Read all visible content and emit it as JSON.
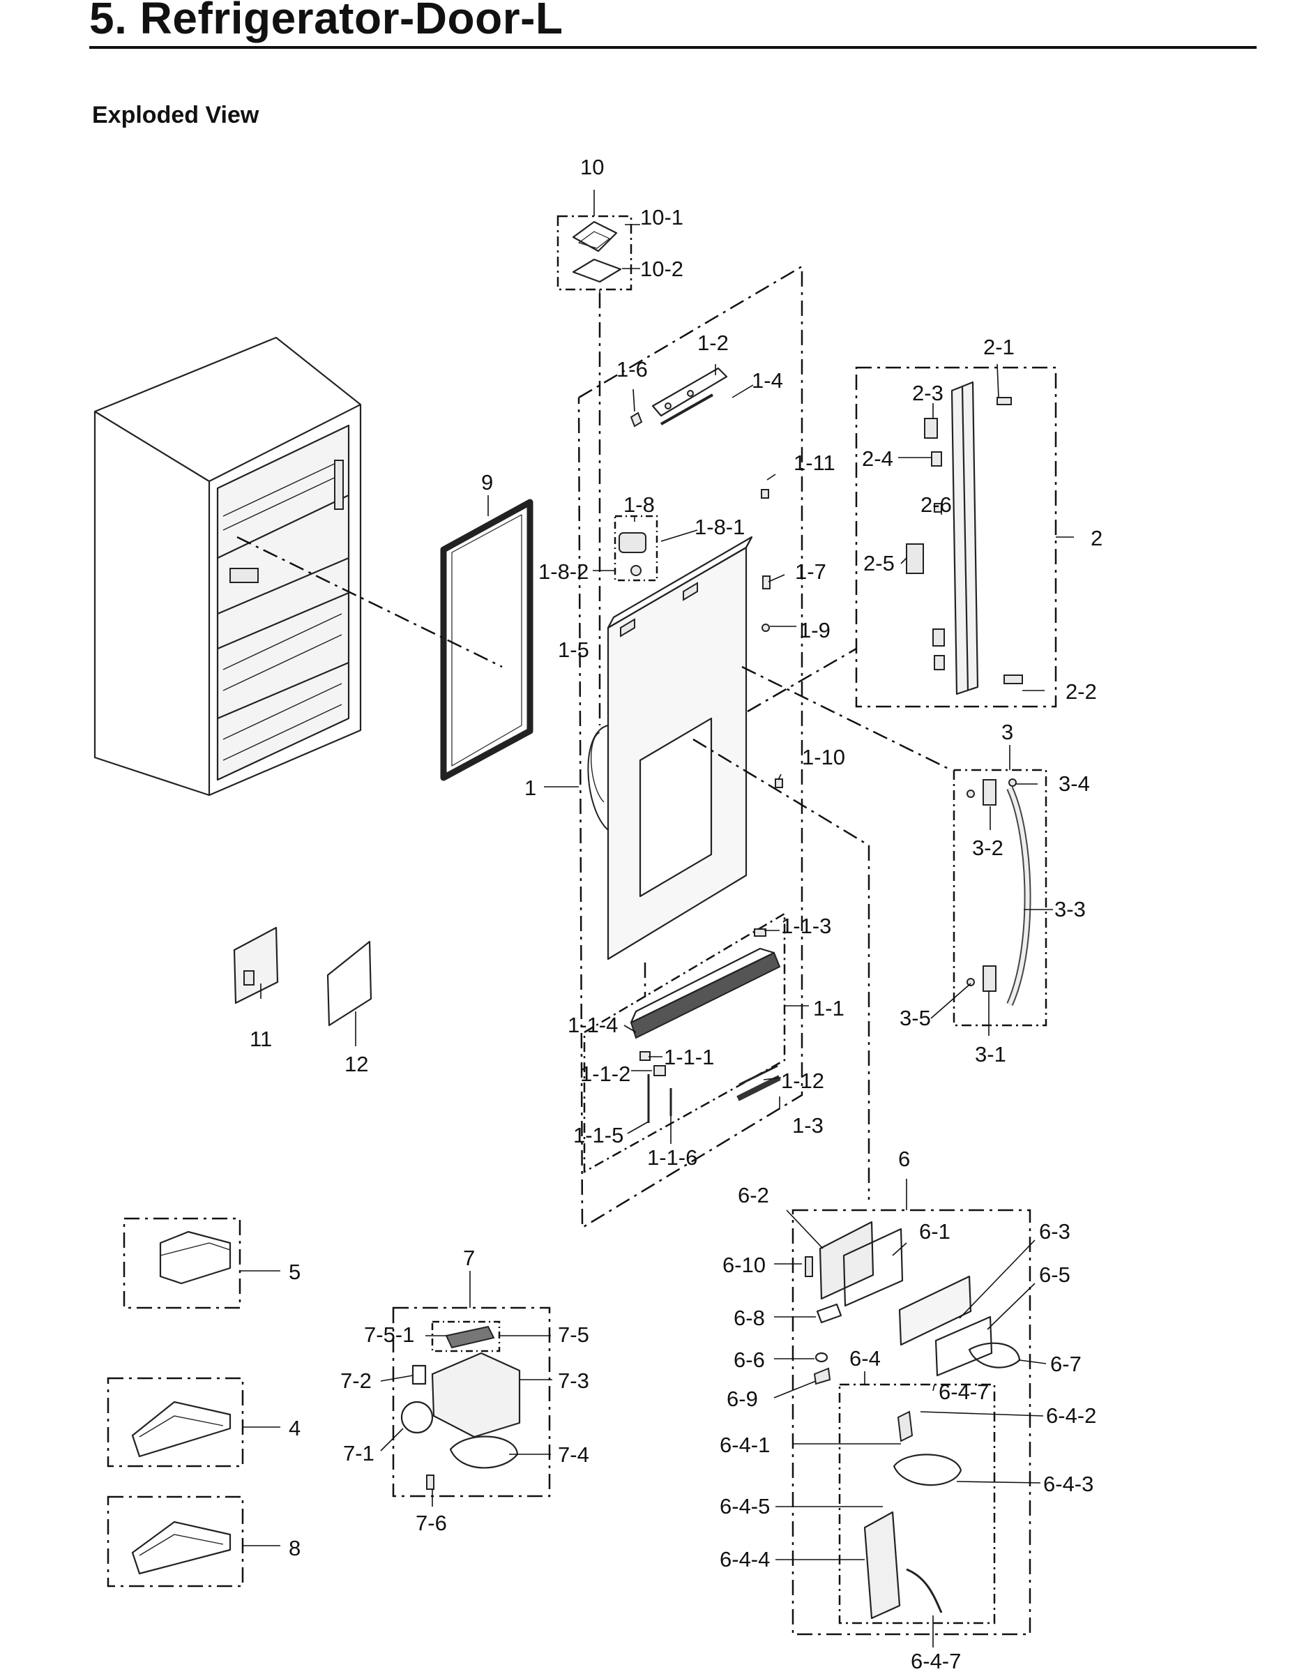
{
  "page": {
    "title": "5.  Refrigerator-Door-L",
    "subtitle": "Exploded View"
  },
  "callouts": [
    {
      "label": "10"
    },
    {
      "label": "10-1"
    },
    {
      "label": "10-2"
    },
    {
      "label": "1-2"
    },
    {
      "label": "1-6"
    },
    {
      "label": "1-4"
    },
    {
      "label": "1-11"
    },
    {
      "label": "1-8"
    },
    {
      "label": "1-8-1"
    },
    {
      "label": "1-8-2"
    },
    {
      "label": "1-7"
    },
    {
      "label": "1-5"
    },
    {
      "label": "1-9"
    },
    {
      "label": "1-10"
    },
    {
      "label": "1"
    },
    {
      "label": "1-1-3"
    },
    {
      "label": "1-1-4"
    },
    {
      "label": "1-1"
    },
    {
      "label": "1-1-1"
    },
    {
      "label": "1-1-2"
    },
    {
      "label": "1-12"
    },
    {
      "label": "1-1-5"
    },
    {
      "label": "1-3"
    },
    {
      "label": "1-1-6"
    },
    {
      "label": "9"
    },
    {
      "label": "2-1"
    },
    {
      "label": "2-3"
    },
    {
      "label": "2-4"
    },
    {
      "label": "2-6"
    },
    {
      "label": "2"
    },
    {
      "label": "2-5"
    },
    {
      "label": "2-2"
    },
    {
      "label": "3"
    },
    {
      "label": "3-4"
    },
    {
      "label": "3-2"
    },
    {
      "label": "3-3"
    },
    {
      "label": "3-5"
    },
    {
      "label": "3-1"
    },
    {
      "label": "11"
    },
    {
      "label": "12"
    },
    {
      "label": "5"
    },
    {
      "label": "4"
    },
    {
      "label": "8"
    },
    {
      "label": "7"
    },
    {
      "label": "7-5-1"
    },
    {
      "label": "7-5"
    },
    {
      "label": "7-2"
    },
    {
      "label": "7-3"
    },
    {
      "label": "7-1"
    },
    {
      "label": "7-4"
    },
    {
      "label": "7-6"
    },
    {
      "label": "6"
    },
    {
      "label": "6-2"
    },
    {
      "label": "6-1"
    },
    {
      "label": "6-3"
    },
    {
      "label": "6-10"
    },
    {
      "label": "6-5"
    },
    {
      "label": "6-8"
    },
    {
      "label": "6-4"
    },
    {
      "label": "6-6"
    },
    {
      "label": "6-7"
    },
    {
      "label": "6-4-7"
    },
    {
      "label": "6-9"
    },
    {
      "label": "6-4-2"
    },
    {
      "label": "6-4-1"
    },
    {
      "label": "6-4-3"
    },
    {
      "label": "6-4-5"
    },
    {
      "label": "6-4-4"
    },
    {
      "label": "6-4-7"
    }
  ]
}
